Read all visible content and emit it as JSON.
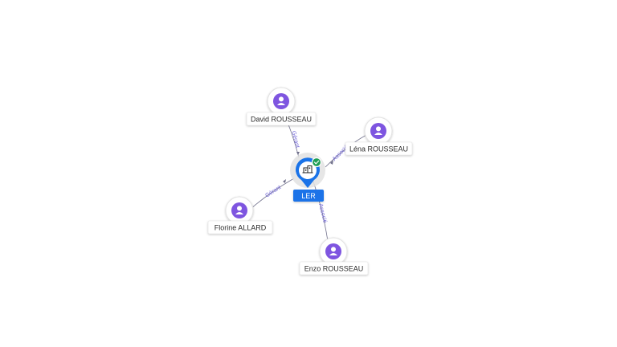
{
  "center": {
    "label": "LER",
    "icon": "building-icon",
    "status_icon": "verified-check-icon"
  },
  "people": [
    {
      "id": "david",
      "label": "David ROUSSEAU",
      "icon": "person-icon"
    },
    {
      "id": "lena",
      "label": "Léna ROUSSEAU",
      "icon": "person-icon"
    },
    {
      "id": "florine",
      "label": "Florine ALLARD",
      "icon": "person-icon"
    },
    {
      "id": "enzo",
      "label": "Enzo ROUSSEAU",
      "icon": "person-icon"
    }
  ],
  "edges": [
    {
      "from": "david",
      "label": "Gérant"
    },
    {
      "from": "lena",
      "label": "Associé"
    },
    {
      "from": "florine",
      "label": "Gérant"
    },
    {
      "from": "enzo",
      "label": "Associé"
    }
  ],
  "colors": {
    "person_fill": "#7e55e0",
    "center_fill": "#1a73e8",
    "status_fill": "#1e9e55",
    "edge": "#6f6f8a",
    "edge_label": "#6b5fd6"
  }
}
